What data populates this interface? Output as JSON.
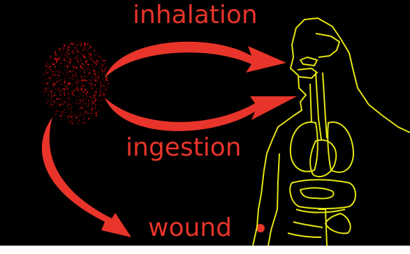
{
  "labels": {
    "inhalation": "inhalation",
    "ingestion": "ingestion",
    "wound": "wound"
  },
  "colors": {
    "background": "#000000",
    "arrow": "#e8342a",
    "body_outline": "#e6e612",
    "particles": "#e01010"
  },
  "icons": {
    "particle_cloud": "radioactive-particle-cloud-icon",
    "human_body": "human-body-anatomy-icon"
  }
}
